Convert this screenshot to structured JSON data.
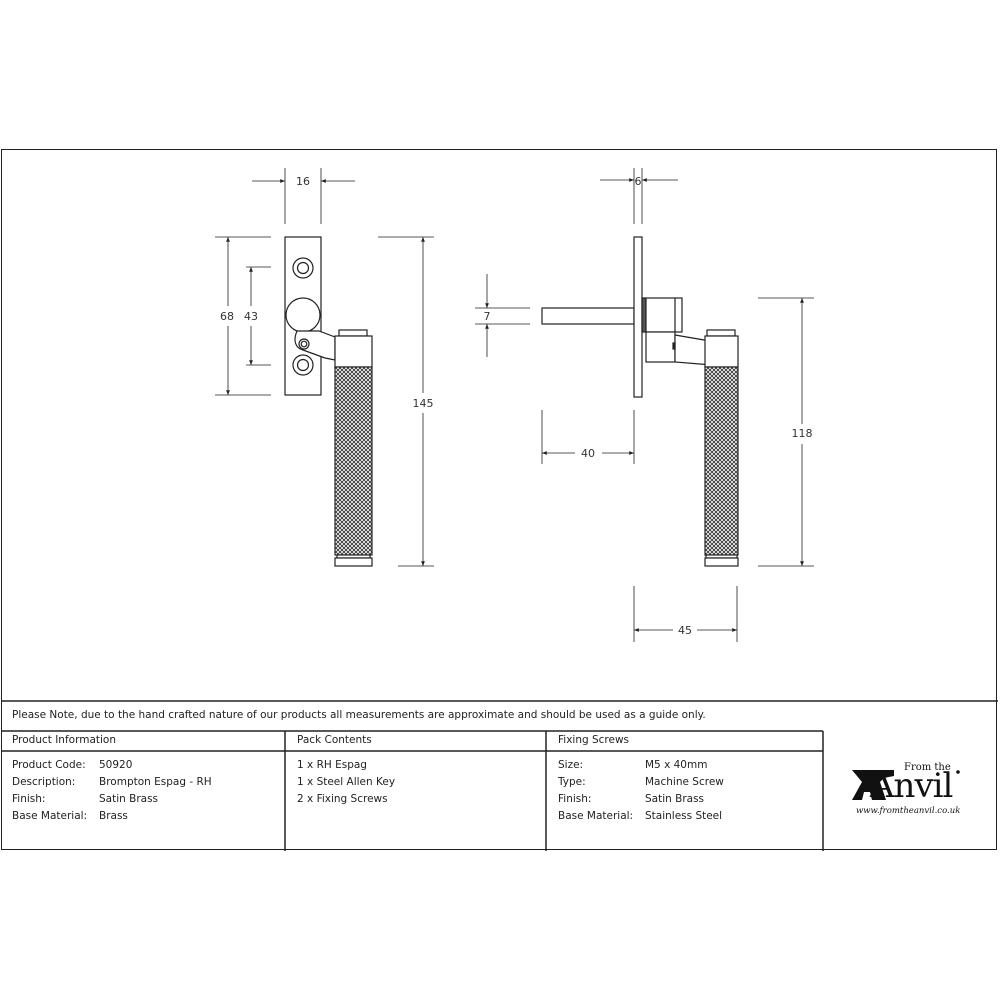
{
  "drawing": {
    "front_view": {
      "dimensions": {
        "plate_width": "16",
        "plate_height": "68",
        "screw_centres": "43",
        "overall_height": "145"
      }
    },
    "side_view": {
      "dimensions": {
        "plate_thickness": "6",
        "spindle_size": "7",
        "spindle_length": "40",
        "handle_height": "118",
        "projection": "45"
      }
    }
  },
  "note": "Please Note, due to the hand crafted nature of our products all measurements are approximate and should be used as a guide only.",
  "product_information": {
    "header": "Product Information",
    "rows": [
      {
        "label": "Product Code:",
        "value": "50920"
      },
      {
        "label": "Description:",
        "value": "Brompton Espag - RH"
      },
      {
        "label": "Finish:",
        "value": "Satin Brass"
      },
      {
        "label": "Base Material:",
        "value": "Brass"
      }
    ]
  },
  "pack_contents": {
    "header": "Pack Contents",
    "items": [
      "1 x RH Espag",
      "1 x Steel Allen Key",
      "2 x Fixing Screws"
    ]
  },
  "fixing_screws": {
    "header": "Fixing Screws",
    "rows": [
      {
        "label": "Size:",
        "value": "M5 x 40mm"
      },
      {
        "label": "Type:",
        "value": "Machine Screw"
      },
      {
        "label": "Finish:",
        "value": "Satin Brass"
      },
      {
        "label": "Base Material:",
        "value": "Stainless Steel"
      }
    ]
  },
  "logo": {
    "from_the": "From the",
    "anvil": "Anvil",
    "url": "www.fromtheanvil.co.uk"
  }
}
